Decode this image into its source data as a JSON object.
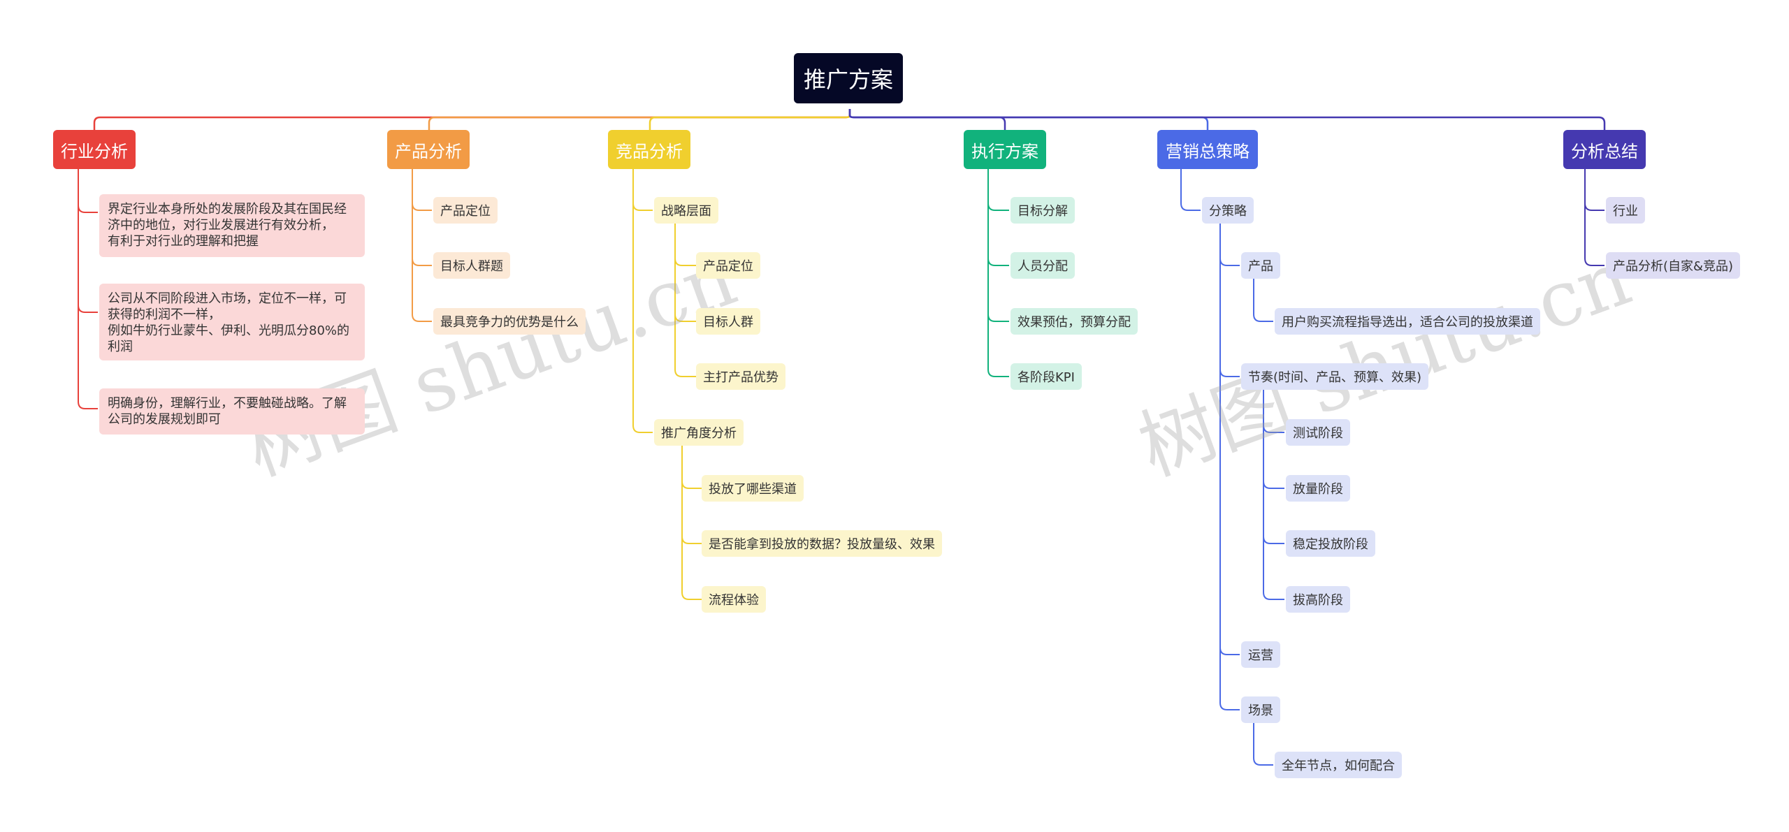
{
  "root": {
    "text": "推广方案"
  },
  "colors": {
    "industry": "#E8413B",
    "product": "#F29B45",
    "competitor": "#F0CF2E",
    "execution": "#11B27C",
    "marketing": "#4B6AE6",
    "summary": "#4539B0"
  },
  "branches": {
    "industry": {
      "label": "行业分析",
      "items": [
        "界定行业本身所处的发展阶段及其在国民经济中的地位，对行业发展进行有效分析，\n有利于对行业的理解和把握",
        "公司从不同阶段进入市场，定位不一样，可获得的利润不一样，\n例如牛奶行业蒙牛、伊利、光明瓜分80%的利润",
        "明确身份，理解行业，不要触碰战略。了解公司的发展规划即可"
      ]
    },
    "product": {
      "label": "产品分析",
      "items": [
        "产品定位",
        "目标人群题",
        "最具竞争力的优势是什么"
      ]
    },
    "competitor": {
      "label": "竞品分析",
      "strategy": {
        "label": "战略层面",
        "items": [
          "产品定位",
          "目标人群",
          "主打产品优势"
        ]
      },
      "promotion": {
        "label": "推广角度分析",
        "items": [
          "投放了哪些渠道",
          "是否能拿到投放的数据？投放量级、效果",
          "流程体验"
        ]
      }
    },
    "execution": {
      "label": "执行方案",
      "items": [
        "目标分解",
        "人员分配",
        "效果预估，预算分配",
        "各阶段KPI"
      ]
    },
    "marketing": {
      "label": "营销总策略",
      "sub": {
        "label": "分策略",
        "product": {
          "label": "产品",
          "items": [
            "用户购买流程指导选出，适合公司的投放渠道"
          ]
        },
        "rhythm": {
          "label": "节奏(时间、产品、预算、效果)",
          "items": [
            "测试阶段",
            "放量阶段",
            "稳定投放阶段",
            "拔高阶段"
          ]
        },
        "operation": {
          "label": "运营"
        },
        "scene": {
          "label": "场景",
          "items": [
            "全年节点，如何配合"
          ]
        }
      }
    },
    "summary": {
      "label": "分析总结",
      "items": [
        "行业",
        "产品分析(自家&竞品)"
      ]
    }
  },
  "watermark": [
    "树图 shutu.cn",
    "树图 shutu.cn"
  ]
}
